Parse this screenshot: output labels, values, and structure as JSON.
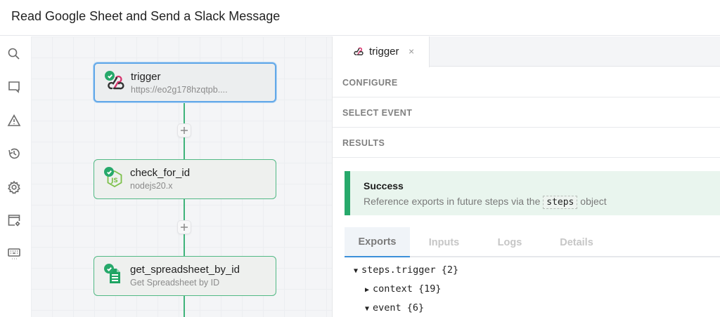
{
  "window": {
    "title": "Read Google Sheet and Send a Slack Message"
  },
  "sidebar": {
    "items": [
      {
        "name": "search",
        "icon": "search-icon"
      },
      {
        "name": "comments",
        "icon": "comment-icon"
      },
      {
        "name": "errors",
        "icon": "warning-icon"
      },
      {
        "name": "history",
        "icon": "history-icon"
      },
      {
        "name": "settings",
        "icon": "gear-icon"
      },
      {
        "name": "environment",
        "icon": "window-settings-icon"
      },
      {
        "name": "keyboard-shortcuts",
        "icon": "keyboard-icon"
      }
    ]
  },
  "workflow": {
    "nodes": [
      {
        "name": "trigger",
        "subtitle": "https://eo2g178hzqtpb....",
        "icon": "webhook-icon",
        "status": "success",
        "selected": true
      },
      {
        "name": "check_for_id",
        "subtitle": "nodejs20.x",
        "icon": "nodejs-icon",
        "status": "success",
        "selected": false
      },
      {
        "name": "get_spreadsheet_by_id",
        "subtitle": "Get Spreadsheet by ID",
        "icon": "google-sheets-icon",
        "status": "success",
        "selected": false
      }
    ]
  },
  "panel": {
    "tab": {
      "label": "trigger",
      "close": "×"
    },
    "sections": [
      {
        "label": "CONFIGURE"
      },
      {
        "label": "SELECT EVENT"
      },
      {
        "label": "RESULTS"
      }
    ],
    "alert": {
      "title": "Success",
      "text_before": "Reference exports in future steps via the",
      "code": "steps",
      "text_after": "object"
    },
    "result_tabs": [
      {
        "label": "Exports",
        "active": true
      },
      {
        "label": "Inputs",
        "active": false
      },
      {
        "label": "Logs",
        "active": false
      },
      {
        "label": "Details",
        "active": false
      }
    ],
    "tree": [
      {
        "arrow": "▼",
        "label": "steps.trigger {2}",
        "level": 0,
        "expanded": true
      },
      {
        "arrow": "▶",
        "label": "context {19}",
        "level": 1,
        "expanded": false
      },
      {
        "arrow": "▼",
        "label": "event {6}",
        "level": 1,
        "expanded": true
      }
    ]
  },
  "colors": {
    "success": "#27a96b",
    "node_border": "#52b985",
    "selected_border": "#62a8e8",
    "active_tab_underline": "#3b8fd9",
    "webhook_accent": "#d6336c"
  }
}
